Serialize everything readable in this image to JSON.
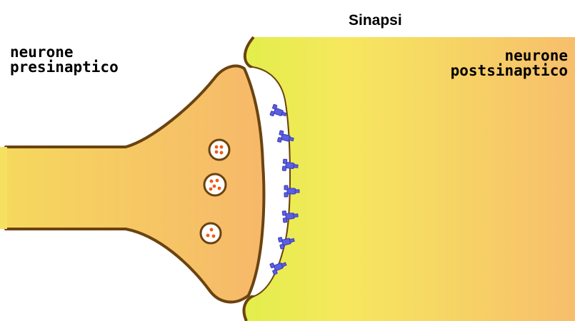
{
  "title": "Sinapsi",
  "labels": {
    "presynaptic_line1": "neurone",
    "presynaptic_line2": "presinaptico",
    "postsynaptic_line1": "neurone",
    "postsynaptic_line2": "postsinaptico"
  },
  "colors": {
    "presynaptic_fill": "#f6b86a",
    "axon_fill": "#f6d85e",
    "postsynaptic_left": "#e2ee4a",
    "postsynaptic_mid": "#f6e85e",
    "postsynaptic_right": "#f7be6c",
    "membrane_outline": "#6b4310",
    "synaptic_cleft": "#ffffff",
    "receptor": "#5a5ee6",
    "neurotransmitter": "#f05a14"
  },
  "elements": {
    "vesicle_count": 3,
    "receptor_count": 7
  }
}
